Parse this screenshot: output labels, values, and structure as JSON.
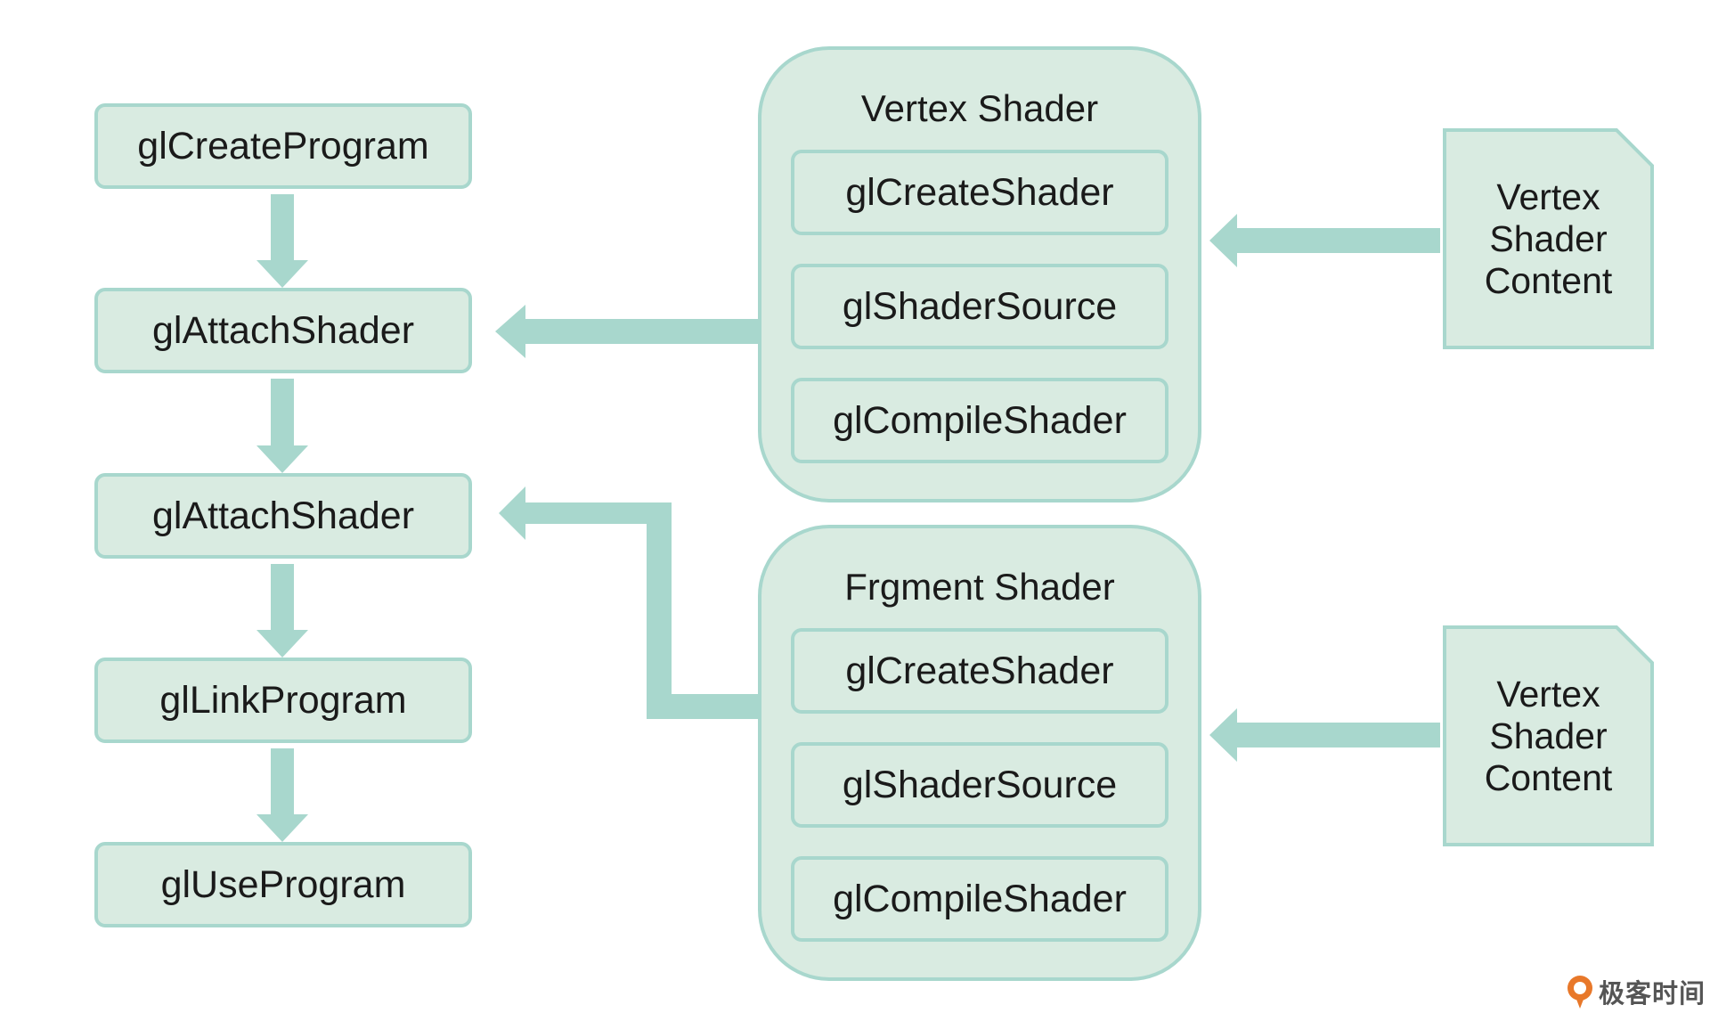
{
  "colors": {
    "box_fill": "#d9ebe1",
    "box_border": "#a8d7cd",
    "arrow": "#a8d7cd",
    "logo_accent": "#e8782a"
  },
  "left_flow": [
    {
      "id": "create-program",
      "label": "glCreateProgram"
    },
    {
      "id": "attach-shader-1",
      "label": "glAttachShader"
    },
    {
      "id": "attach-shader-2",
      "label": "glAttachShader"
    },
    {
      "id": "link-program",
      "label": "glLinkProgram"
    },
    {
      "id": "use-program",
      "label": "glUseProgram"
    }
  ],
  "vertex_group": {
    "title": "Vertex Shader",
    "steps": [
      "glCreateShader",
      "glShaderSource",
      "glCompileShader"
    ]
  },
  "fragment_group": {
    "title": "Frgment Shader",
    "steps": [
      "glCreateShader",
      "glShaderSource",
      "glCompileShader"
    ]
  },
  "documents": [
    {
      "lines": [
        "Vertex",
        "Shader",
        "Content"
      ]
    },
    {
      "lines": [
        "Vertex",
        "Shader",
        "Content"
      ]
    }
  ],
  "logo": {
    "text": "极客时间",
    "icon": "geektime-logo-icon"
  }
}
